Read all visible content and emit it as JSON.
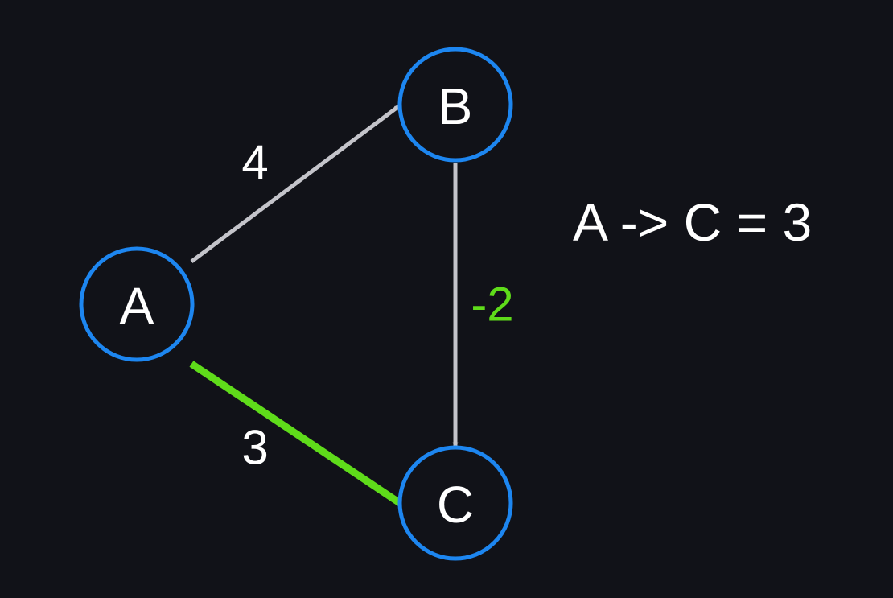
{
  "colors": {
    "background": "#111218",
    "node_stroke": "#1d86f0",
    "default_edge": "#c4c4ca",
    "highlight": "#5fdc1a",
    "text": "#ffffff"
  },
  "nodes": [
    {
      "id": "A",
      "label": "A"
    },
    {
      "id": "B",
      "label": "B"
    },
    {
      "id": "C",
      "label": "C"
    }
  ],
  "edges": [
    {
      "from": "A",
      "to": "B",
      "weight": "4",
      "highlighted": false
    },
    {
      "from": "B",
      "to": "C",
      "weight": "-2",
      "highlighted": false,
      "weight_highlighted": true
    },
    {
      "from": "A",
      "to": "C",
      "weight": "3",
      "highlighted": true
    }
  ],
  "result_text": "A -> C = 3"
}
